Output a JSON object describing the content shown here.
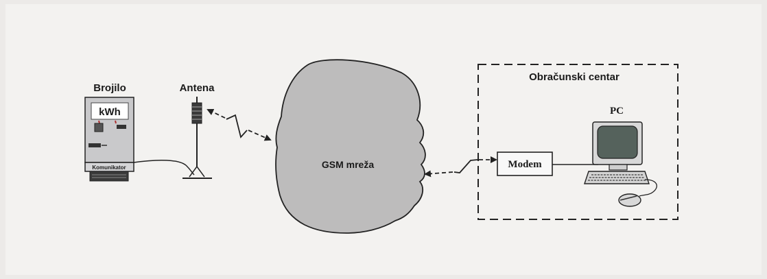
{
  "diagram": {
    "meter": {
      "title": "Brojilo",
      "display_text": "kWh",
      "bottom_label": "Komunikator"
    },
    "antenna": {
      "title": "Antena"
    },
    "network": {
      "label": "GSM mreža"
    },
    "center": {
      "title": "Obračunski centar",
      "modem_label": "Modem",
      "pc_label": "PC"
    }
  },
  "colors": {
    "background": "#eceae8",
    "page": "#f3f2f0",
    "cloud_fill": "#bdbcbc",
    "stroke": "#222222",
    "meter_body": "#c9c9cb",
    "monitor_screen": "#55625c"
  }
}
